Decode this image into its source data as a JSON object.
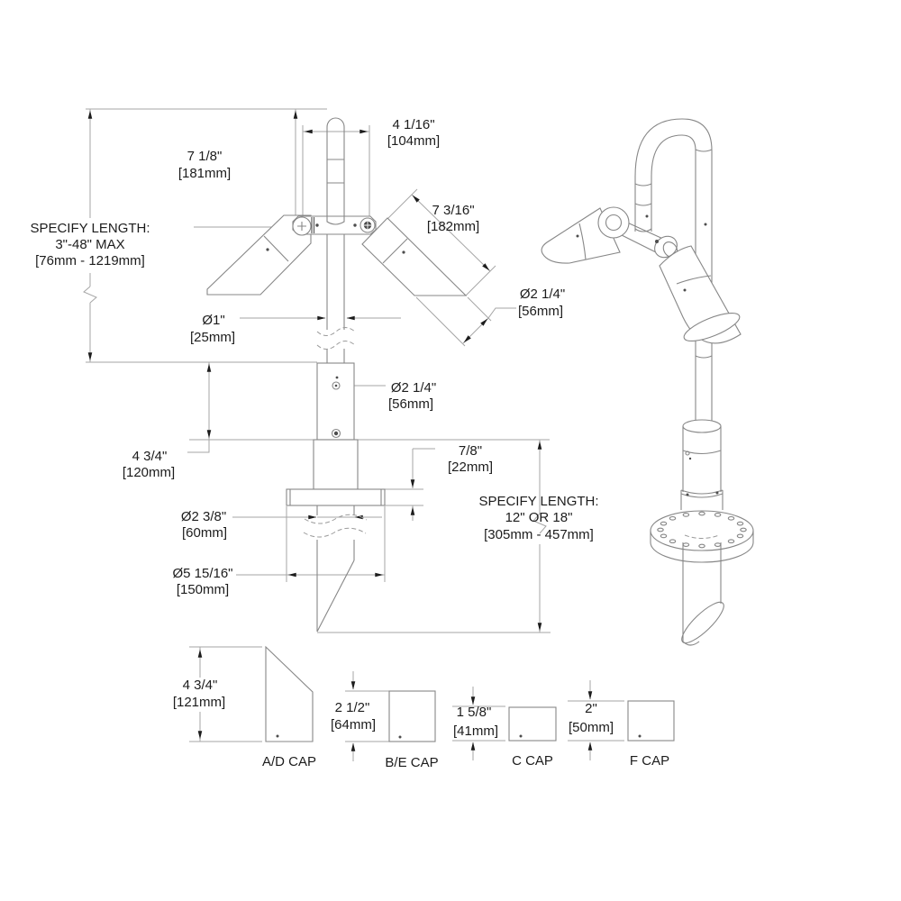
{
  "drawing_type": "technical dimension drawing - adjustable twin-head landscape light fixture with ground stake and cap profiles",
  "colors": {
    "background": "#ffffff",
    "object_lines": "#878787",
    "dimension_lines": "#a6a6a6",
    "text_and_arrows": "#1c1c1c"
  },
  "front": {
    "length_note": {
      "line1": "SPECIFY LENGTH:",
      "line2": "3\"-48\" MAX",
      "line3": "[76mm - 1219mm]"
    },
    "head_height": {
      "inch": "7 1/8\"",
      "mm": "[181mm]"
    },
    "head_span": {
      "inch": "4 1/16\"",
      "mm": "[104mm]"
    },
    "head_length": {
      "inch": "7 3/16\"",
      "mm": "[182mm]"
    },
    "head_dia": {
      "inch": "Ø2 1/4\"",
      "mm": "[56mm]"
    },
    "pole_dia": {
      "inch": "Ø1\"",
      "mm": "[25mm]"
    },
    "stake_dia": {
      "inch": "Ø2 1/4\"",
      "mm": "[56mm]"
    },
    "stake_exposed": {
      "inch": "4 3/4\"",
      "mm": "[120mm]"
    },
    "flange_thk": {
      "inch": "7/8\"",
      "mm": "[22mm]"
    },
    "stake_note": {
      "line1": "SPECIFY LENGTH:",
      "line2": "12\" OR 18\"",
      "line3": "[305mm - 457mm]"
    },
    "stem_dia": {
      "inch": "Ø2 3/8\"",
      "mm": "[60mm]"
    },
    "flange_dia": {
      "inch": "Ø5 15/16\"",
      "mm": "[150mm]"
    }
  },
  "caps": [
    {
      "name": "A/D CAP",
      "inch": "4 3/4\"",
      "mm": "[121mm]"
    },
    {
      "name": "B/E CAP",
      "inch": "2 1/2\"",
      "mm": "[64mm]"
    },
    {
      "name": "C CAP",
      "inch": "1 5/8\"",
      "mm": "[41mm]"
    },
    {
      "name": "F CAP",
      "inch": "2\"",
      "mm": "[50mm]"
    }
  ]
}
